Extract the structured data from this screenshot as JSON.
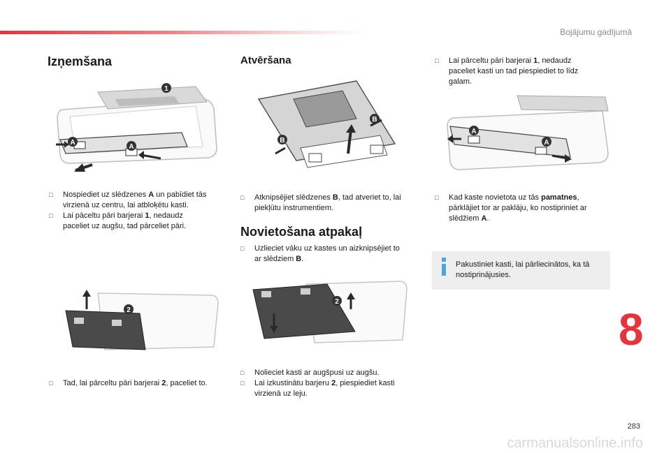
{
  "header": {
    "section": "Bojājumu gadījumā"
  },
  "col1": {
    "title": "Izņemšana",
    "step1": [
      [
        "Nospiediet uz slēdzenes ",
        "A",
        " un pabīdiet tās",
        "virzienā uz centru, lai atbloķētu kasti."
      ],
      [
        "Lai pāceltu pāri barjerai ",
        "1",
        ", nedaudz",
        "paceliet uz augšu, tad pārceliet pāri."
      ]
    ],
    "step2": [
      "Tad, lai pārceltu pāri barjerai ",
      "2",
      ", paceliet to."
    ]
  },
  "col2": {
    "title": "Atvēršana",
    "open_step": [
      "Atknipsējiet slēdzenes ",
      "B",
      ", tad atveriet to, lai",
      "piekļūtu instrumentiem."
    ],
    "title2": "Novietošana atpakaļ",
    "close_step": [
      "Uzlieciet vāku uz kastes un aizknipsējiet to",
      "ar slēdziem ",
      "B",
      "."
    ],
    "final_steps": [
      [
        "Nolieciet kasti ar augšpusi uz augšu."
      ],
      [
        "Lai izkustinātu barjeru ",
        "2",
        ", piespiediet kasti",
        "virzienā uz leju."
      ]
    ]
  },
  "col3": {
    "step_top": [
      "Lai pārceltu pāri barjerai ",
      "1",
      ", nedaudz",
      "paceliet kasti un tad piespiediet to līdz",
      "galam."
    ],
    "step_bottom": [
      "Kad kaste novietota uz tās ",
      "pamatnes",
      ",",
      "pārklājiet tor ar paklāju, ko nostipriniet ar",
      "slēdžiem ",
      "A",
      "."
    ],
    "info": "Pakustiniet kasti, lai pārliecinātos, ka tā nostiprinājusies."
  },
  "figures": {
    "labels": {
      "a": "A",
      "b": "B",
      "one": "1",
      "two": "2"
    }
  },
  "footer": {
    "chapter": "8",
    "page": "283",
    "watermark": "carmanualsonline.info"
  },
  "colors": {
    "accent": "#e8323c",
    "info_icon": "#4aa7d9",
    "info_bg": "#eeeeee",
    "callout": "#333333"
  }
}
